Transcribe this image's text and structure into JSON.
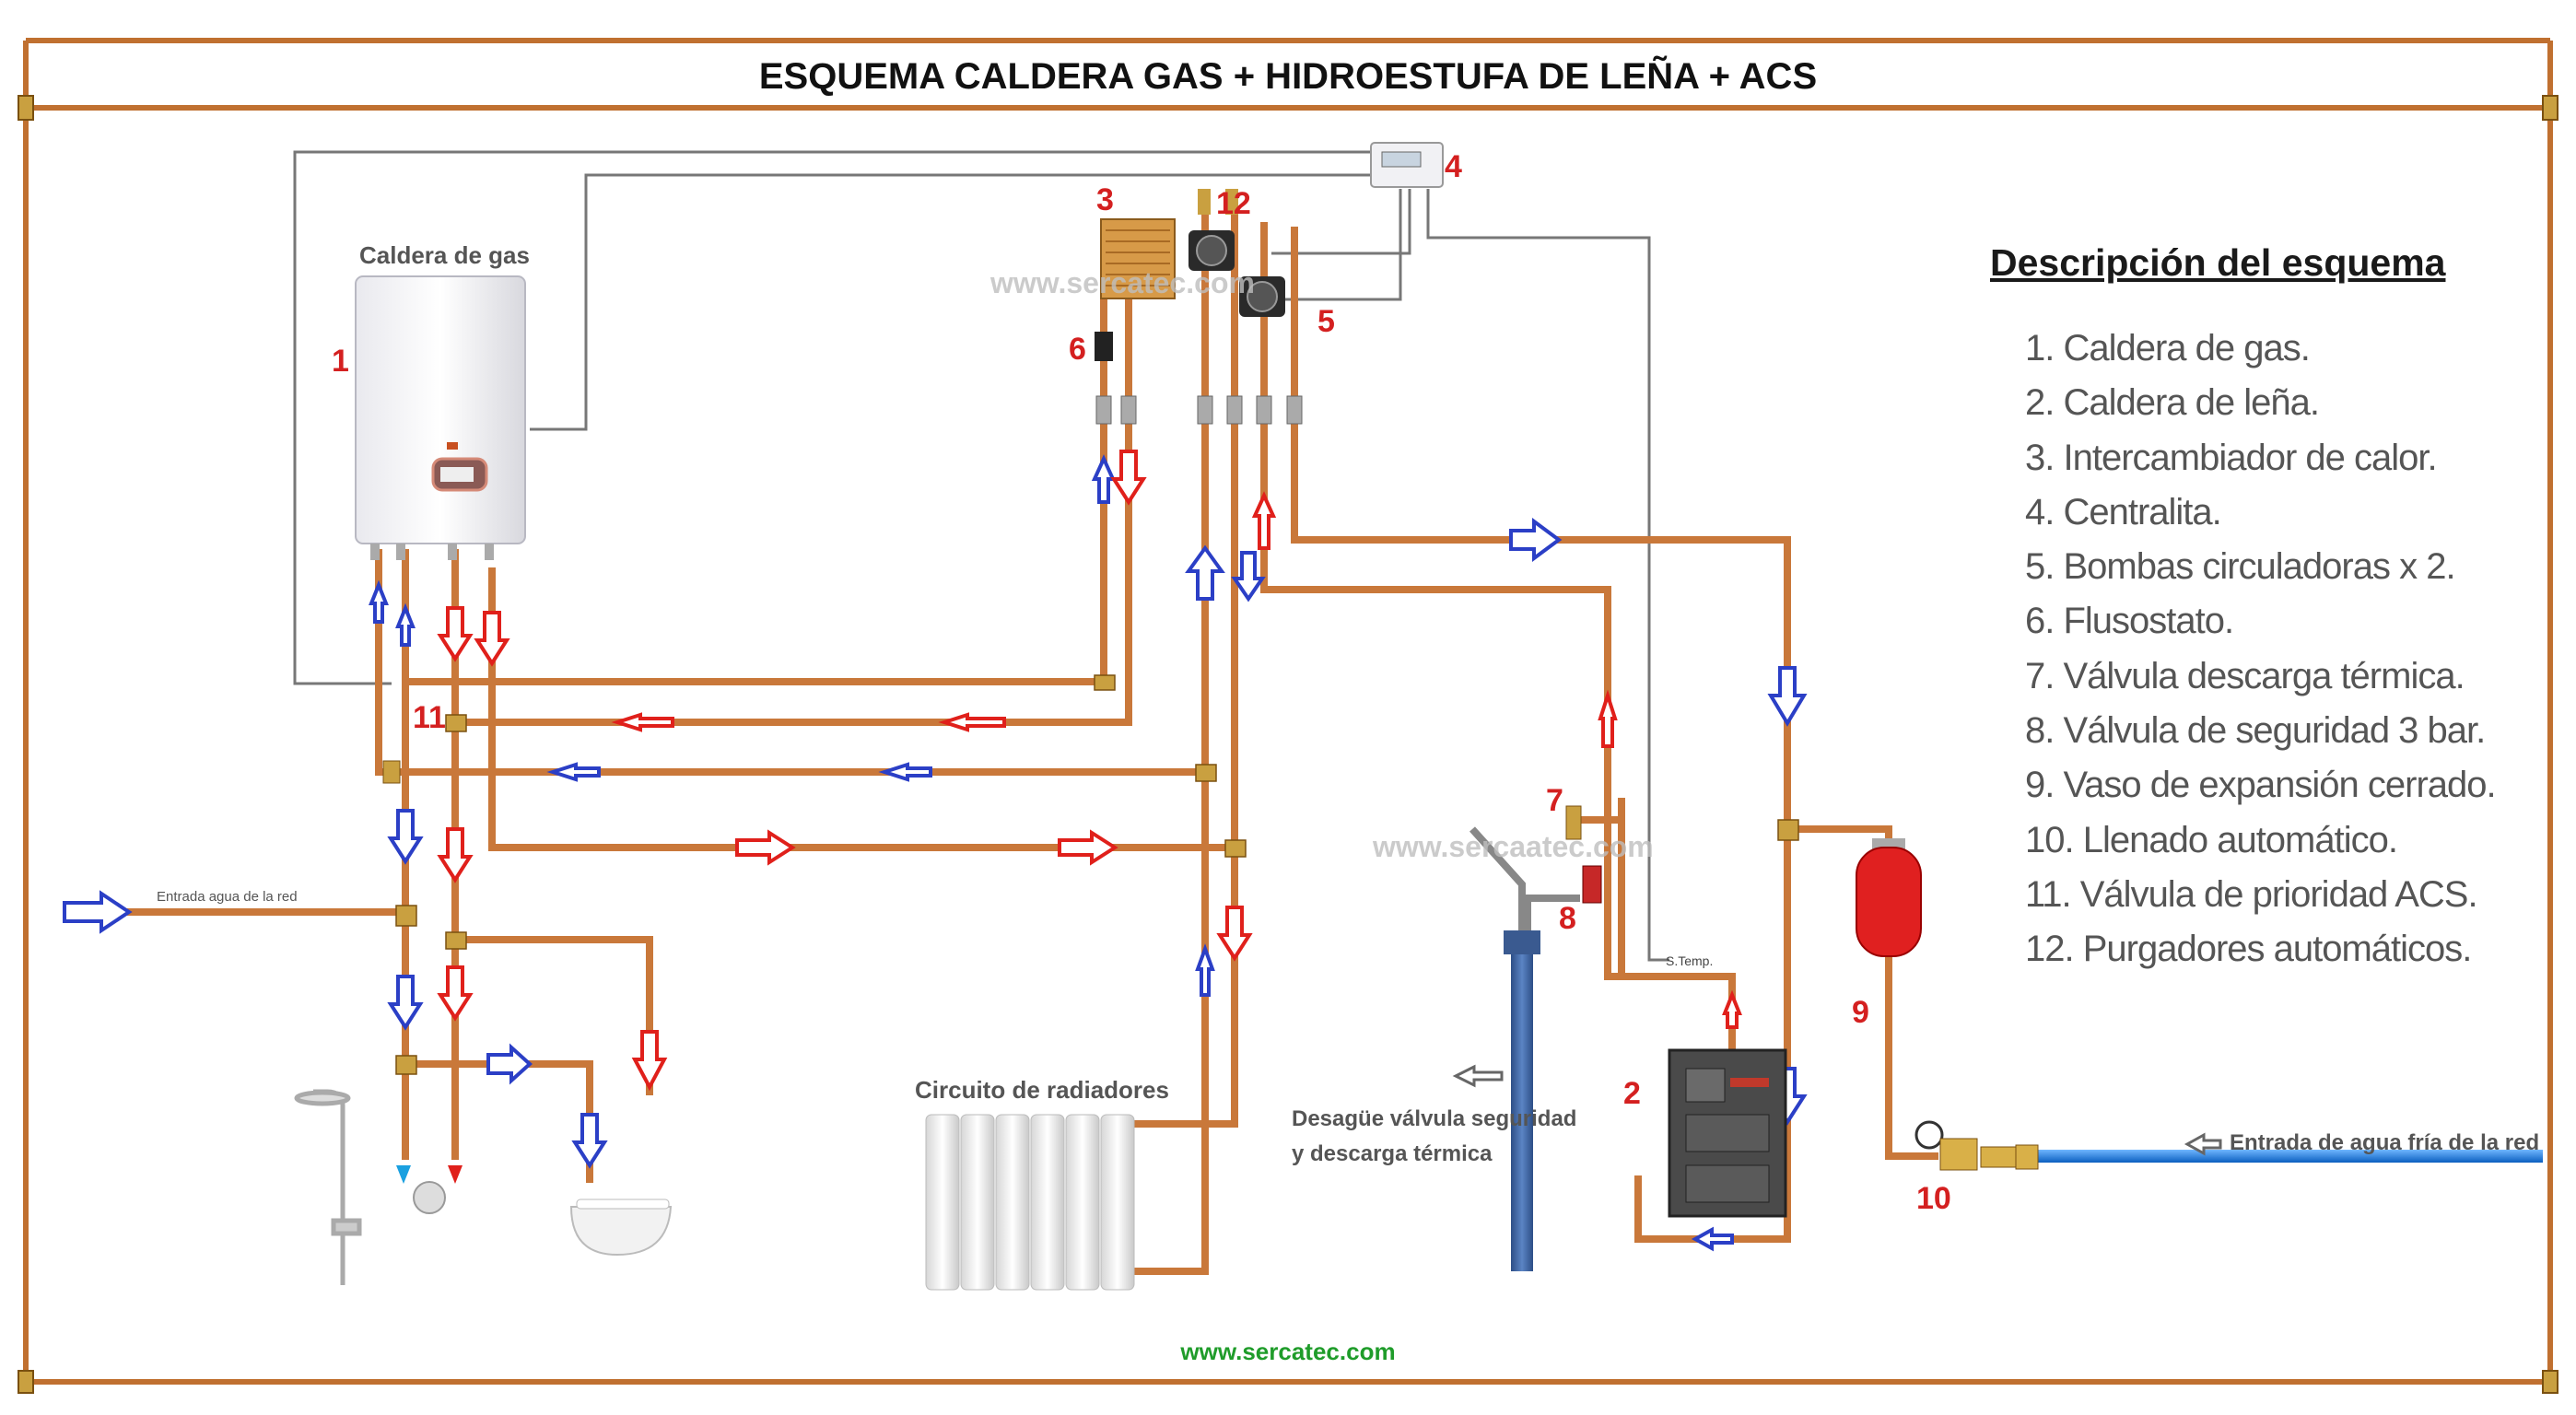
{
  "header": {
    "title": "ESQUEMA CALDERA GAS + HIDROESTUFA DE LEÑA + ACS"
  },
  "labels": {
    "gas_boiler": "Caldera de gas",
    "radiators": "Circuito de radiadores",
    "drain_line1": "Desagüe válvula seguridad",
    "drain_line2": "y descarga térmica",
    "water_inlet": "Entrada agua de la red",
    "cold_inlet": "Entrada de agua fría de la red",
    "temp_sensor": "S.Temp.",
    "watermark": "www.sercatec.com",
    "watermark_alt": "www.sercaatec.com",
    "footer_site": "www.sercatec.com"
  },
  "numbers": {
    "n1": "1",
    "n2": "2",
    "n3": "3",
    "n4": "4",
    "n5": "5",
    "n6": "6",
    "n7": "7",
    "n8": "8",
    "n9": "9",
    "n10": "10",
    "n11": "11",
    "n12": "12"
  },
  "legend": {
    "title": "Descripción del esquema",
    "items": [
      "1. Caldera de gas.",
      "2. Caldera de leña.",
      "3. Intercambiador de calor.",
      "4. Centralita.",
      "5. Bombas circuladoras x 2.",
      "6. Flusostato.",
      "7. Válvula descarga térmica.",
      "8. Válvula de seguridad 3 bar.",
      "9. Vaso de expansión cerrado.",
      "10. Llenado automático.",
      "11. Válvula de prioridad ACS.",
      "12. Purgadores automáticos."
    ]
  },
  "icons": [
    "gas-boiler-icon",
    "wood-boiler-icon",
    "heat-exchanger-icon",
    "controller-icon",
    "circulator-pump-icon",
    "flow-switch-icon",
    "expansion-vessel-icon",
    "radiator-icon",
    "shower-icon",
    "mixer-tap-icon",
    "washbasin-icon",
    "pressure-gauge-icon",
    "drain-pipe-icon"
  ],
  "colors": {
    "copper": "#c9783a",
    "hot_arrow": "#e0201b",
    "cold_arrow": "#2b3fc6",
    "cold_pipe": "#1b7fe0",
    "number_red": "#d42020",
    "frame": "#c07030",
    "footer_green": "#1f9c2a"
  }
}
